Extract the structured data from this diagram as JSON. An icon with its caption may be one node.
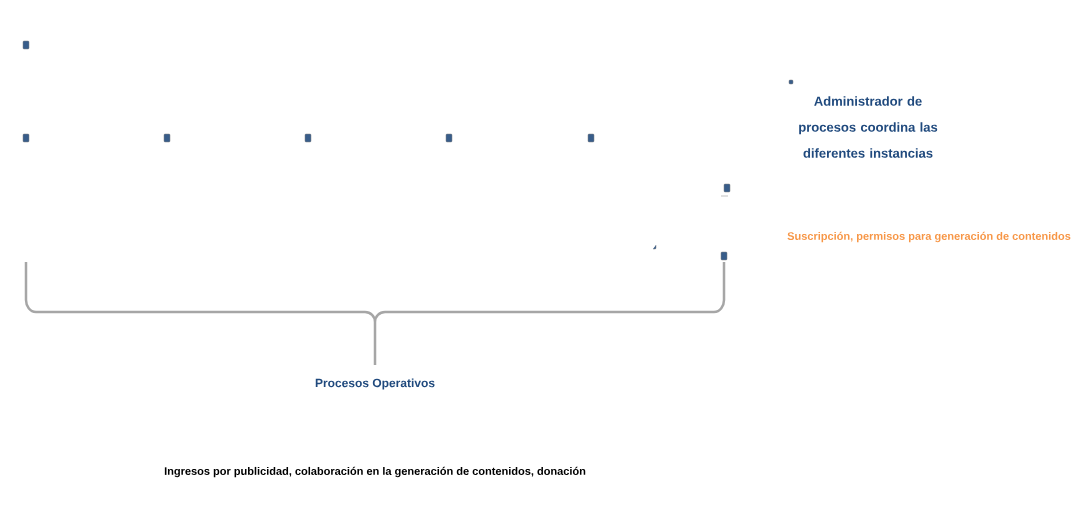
{
  "diagram": {
    "labels": [
      "Administrador de procesos coordina las diferentes instancias",
      "Suscripción, permisos para generación de contenidos",
      "Procesos Operativos",
      "Ingresos por publicidad, colaboración en la generación de contenidos, donación"
    ]
  }
}
